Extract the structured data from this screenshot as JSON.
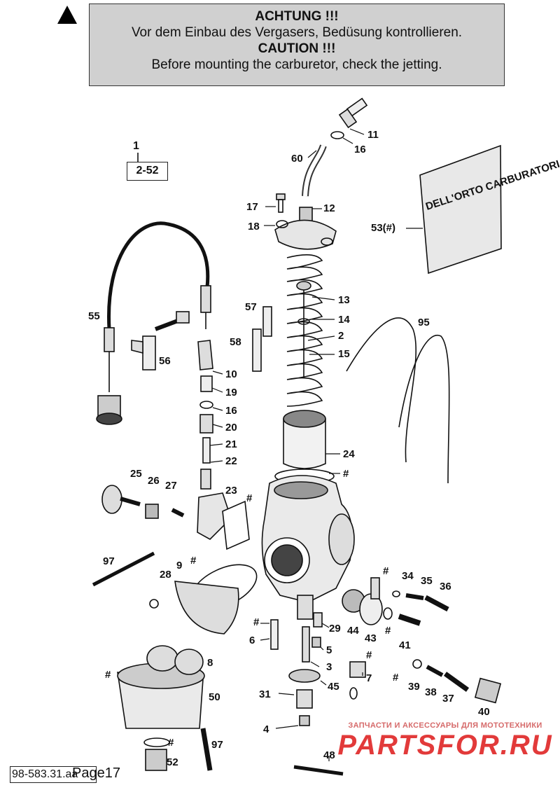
{
  "caution": {
    "line1": "ACHTUNG !!!",
    "line2": "Vor dem Einbau des Vergasers, Bedüsung kontrollieren.",
    "line3": "CAUTION !!!",
    "line4": "Before mounting the carburetor, check the jetting."
  },
  "reference": {
    "number": "1",
    "range": "2-52"
  },
  "labels": {
    "l11": "11",
    "l16a": "16",
    "l60": "60",
    "l17": "17",
    "l12": "12",
    "l18": "18",
    "l53": "53(#)",
    "l55": "55",
    "l13": "13",
    "l14": "14",
    "l2": "2",
    "l15": "15",
    "l57": "57",
    "l58": "58",
    "l95": "95",
    "l56": "56",
    "l10": "10",
    "l19": "19",
    "l16b": "16",
    "l20": "20",
    "l21": "21",
    "l22": "22",
    "l24": "24",
    "lhash1": "#",
    "l25": "25",
    "l26": "26",
    "l27": "27",
    "l23": "23",
    "lhash2": "#",
    "l97a": "97",
    "l9": "9",
    "lhash3": "#",
    "l28": "28",
    "l34": "34",
    "l35": "35",
    "l36": "36",
    "lhash4": "#",
    "l29": "29",
    "l44": "44",
    "l43": "43",
    "lhash5": "#",
    "l6": "6",
    "l5": "5",
    "l41": "41",
    "lhash6": "#",
    "l3": "3",
    "l7": "7",
    "l8": "8",
    "lhash7": "#",
    "l45": "45",
    "lhash8": "#",
    "l39": "39",
    "l38": "38",
    "l37": "37",
    "l40": "40",
    "l50": "50",
    "l31": "31",
    "l4": "4",
    "lhash9": "#",
    "l52": "52",
    "l97b": "97",
    "l48": "48"
  },
  "packet_text": "DELL'ORTO CARBURATORI",
  "footer": {
    "code": "98-583.31.aa",
    "page": "Page17"
  },
  "watermark": {
    "tagline": "ЗАПЧАСТИ И АКСЕССУАРЫ ДЛЯ МОТОТЕХНИКИ",
    "logo": "PARTSFOR.RU"
  }
}
